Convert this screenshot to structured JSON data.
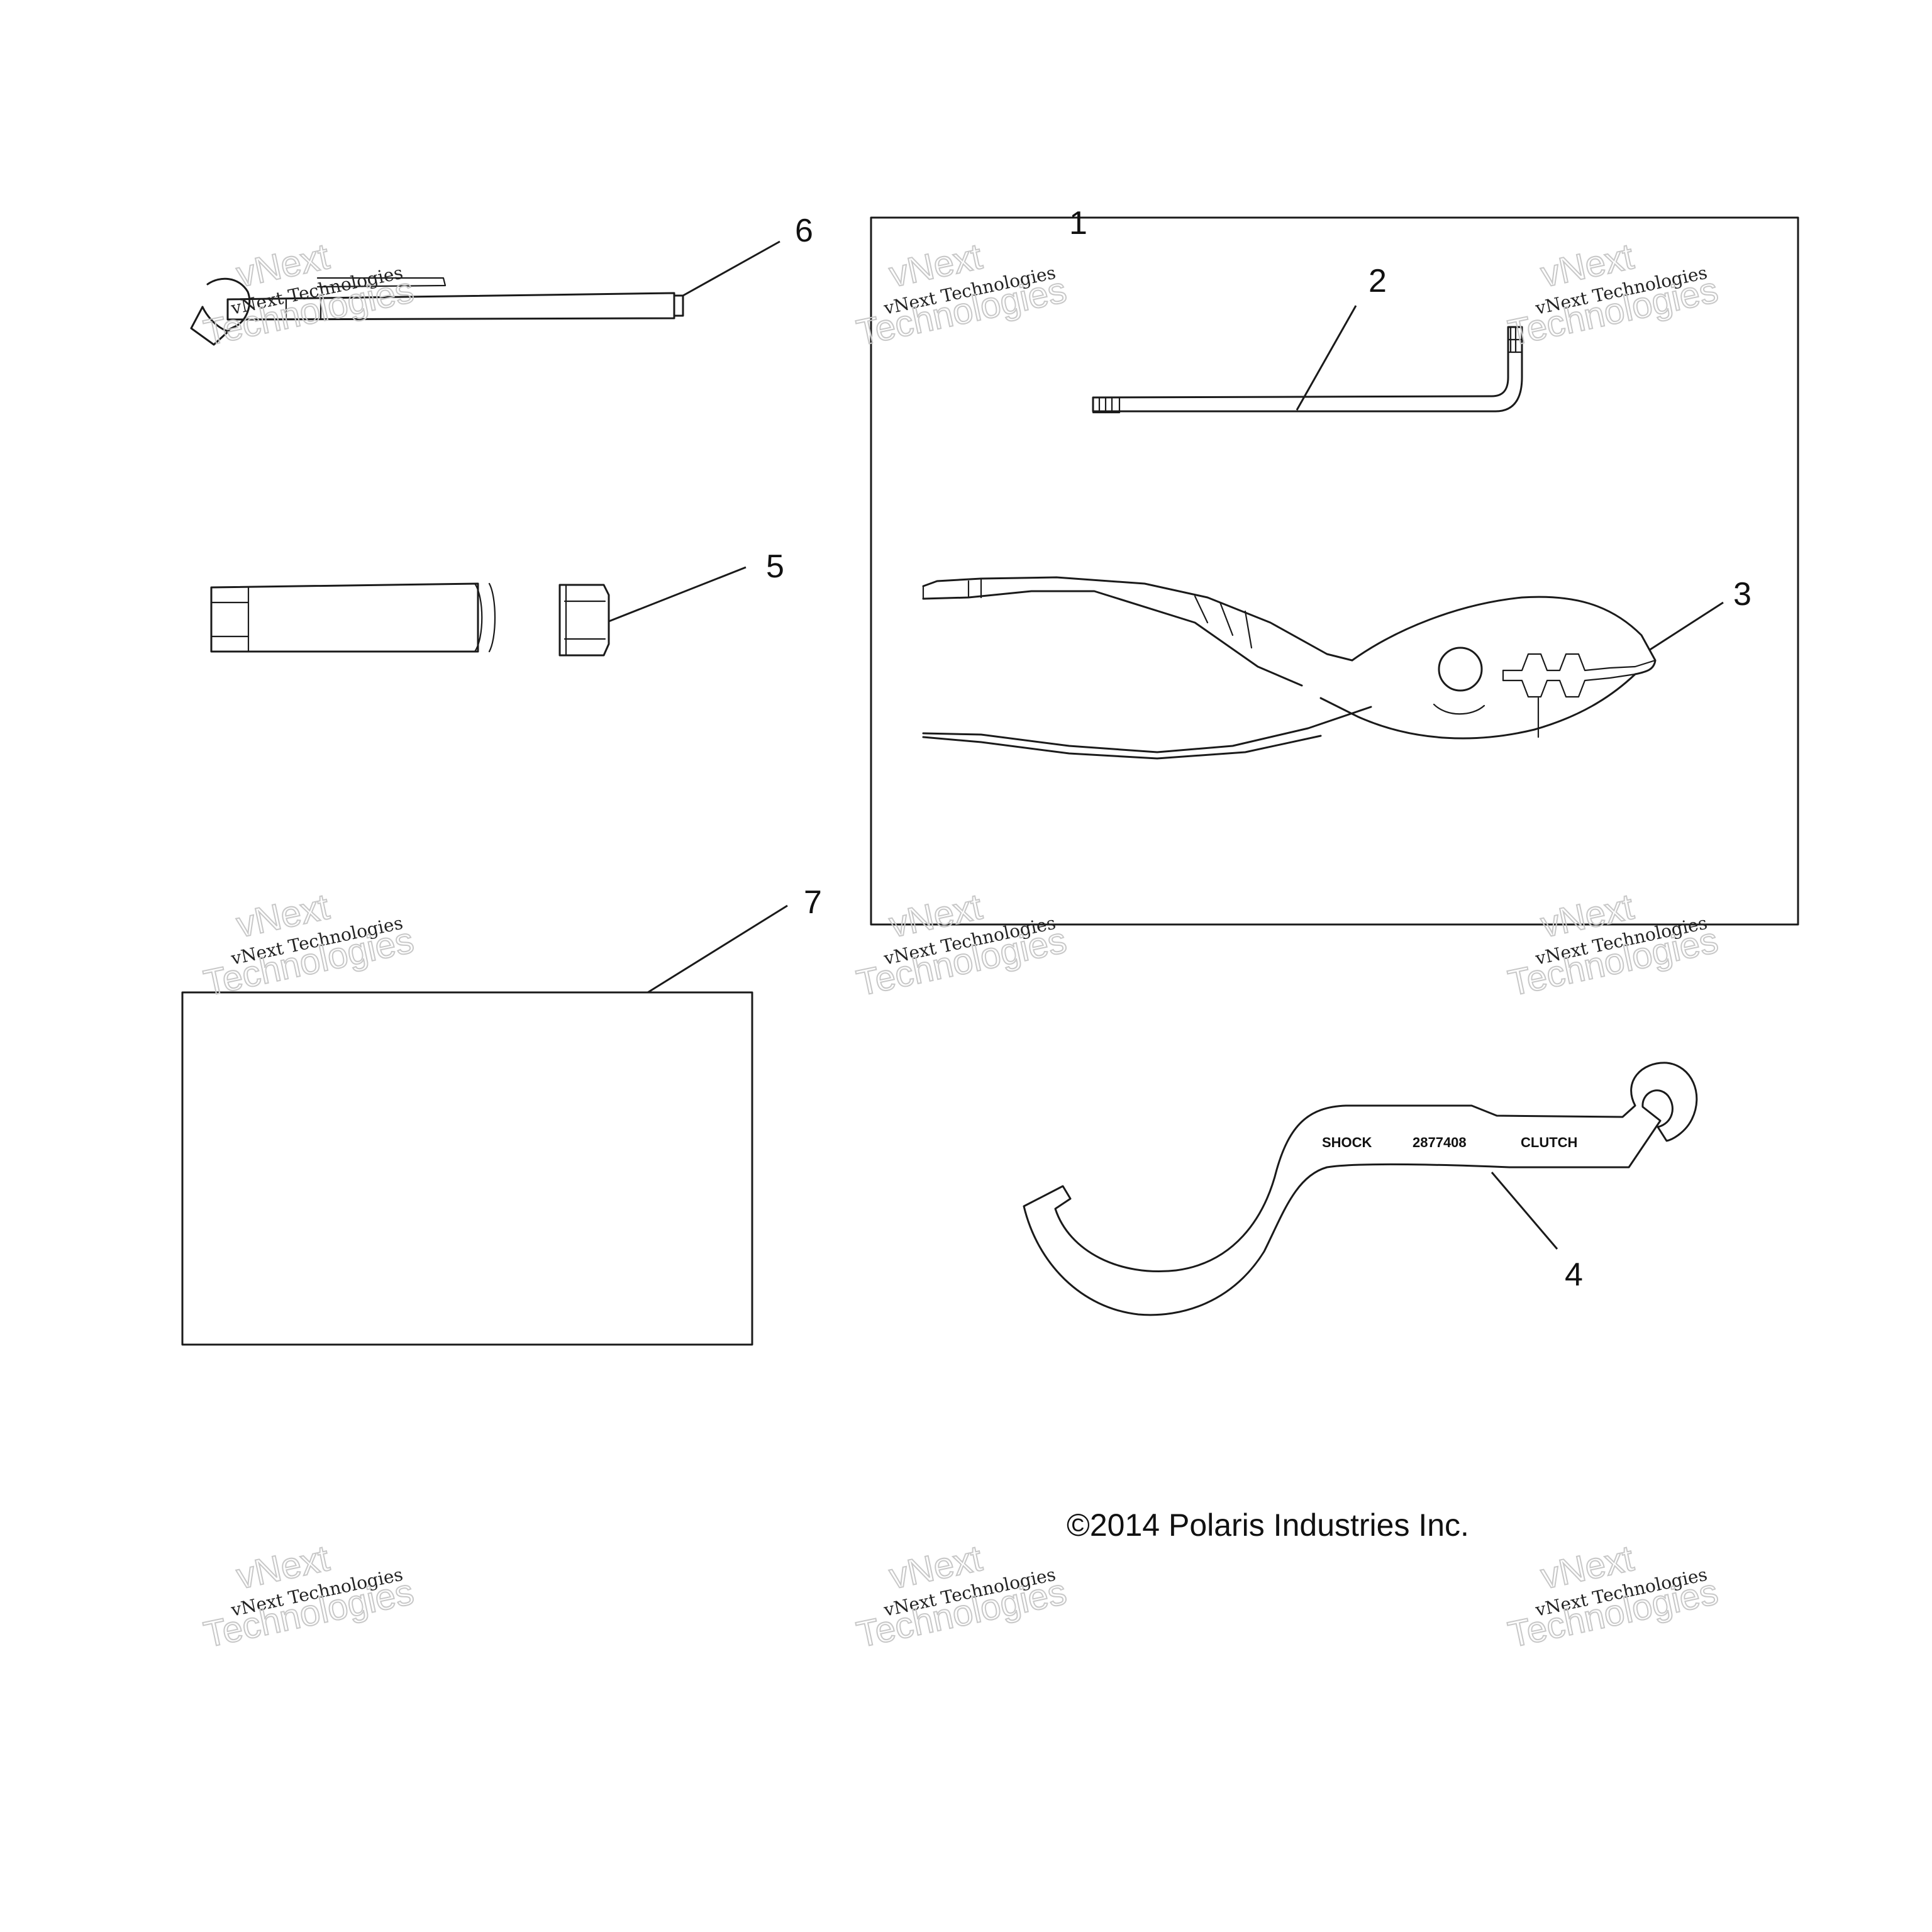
{
  "callouts": {
    "c1": "1",
    "c2": "2",
    "c3": "3",
    "c4": "4",
    "c5": "5",
    "c6": "6",
    "c7": "7"
  },
  "wrench_stamp": {
    "left": "SHOCK",
    "middle": "2877408",
    "right": "CLUTCH"
  },
  "copyright": "©2014 Polaris Industries Inc.",
  "watermark": {
    "line1": "vNext Technologies",
    "line2_a": "vNext",
    "line2_b": "Technologies"
  },
  "colors": {
    "ink": "#1a1a1a",
    "watermark": "#c8c8c8"
  }
}
